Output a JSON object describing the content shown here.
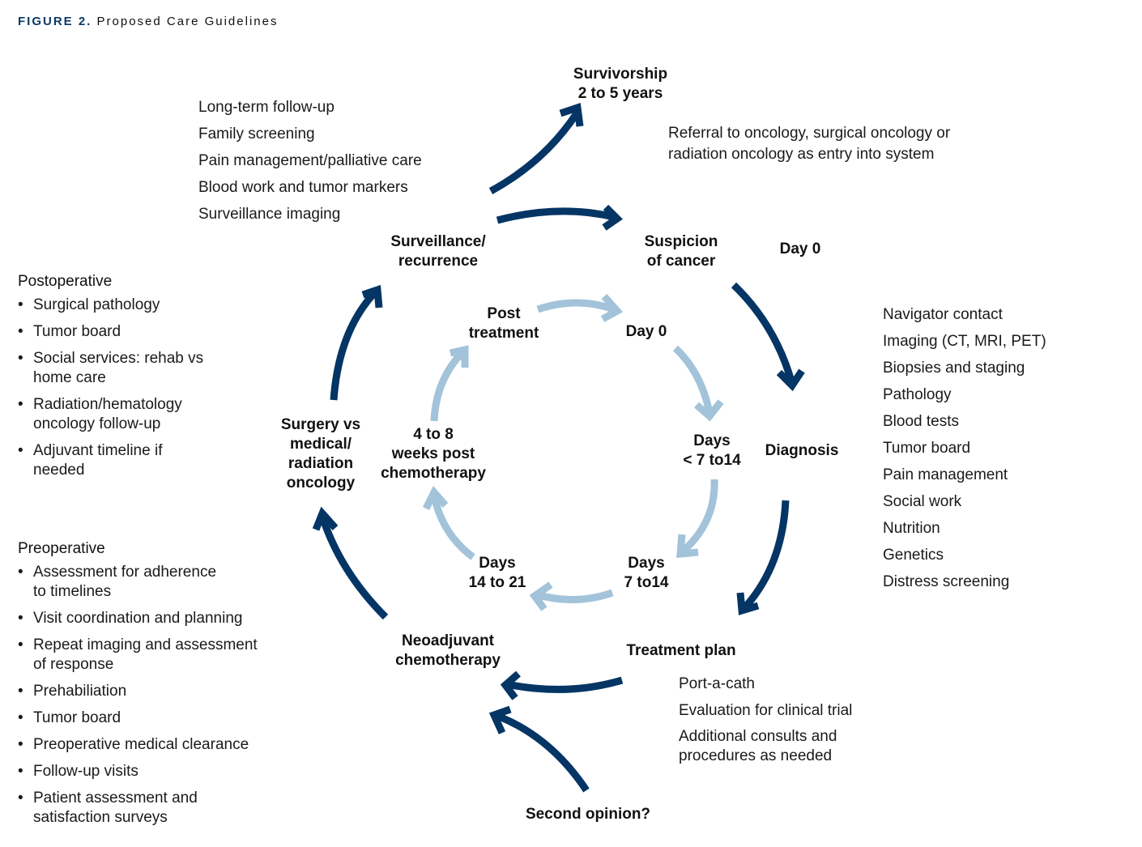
{
  "figure": {
    "number_label": "FIGURE 2.",
    "title": "Proposed Care Guidelines"
  },
  "colors": {
    "outer_arrow": "#043565",
    "inner_arrow": "#a2c3d9",
    "figure_number": "#0b3a66"
  },
  "outer_cycle": {
    "survivorship": "Survivorship\n2 to 5 years",
    "surveillance": "Surveillance/\nrecurrence",
    "suspicion": "Suspicion\nof cancer",
    "suspicion_day": "Day 0",
    "diagnosis": "Diagnosis",
    "treatment_plan": "Treatment plan",
    "neoadjuvant": "Neoadjuvant\nchemotherapy",
    "surgery": "Surgery vs\nmedical/\nradiation\noncology",
    "second_opinion": "Second opinion?"
  },
  "inner_cycle": {
    "post_treatment": "Post\ntreatment",
    "day0": "Day 0",
    "days_lt7_14": "Days\n< 7 to14",
    "days_7_14": "Days\n7 to14",
    "days_14_21": "Days\n14 to 21",
    "weeks_4_8": "4 to 8\nweeks post\nchemotherapy"
  },
  "notes": {
    "referral": [
      "Referral to oncology, surgical oncology or",
      "radiation oncology as entry into system"
    ],
    "surveillance_items": [
      "Long-term follow-up",
      "Family screening",
      "Pain management/palliative care",
      "Blood work and tumor markers",
      "Surveillance imaging"
    ],
    "diagnosis_items": [
      "Navigator contact",
      "Imaging (CT, MRI, PET)",
      "Biopsies and staging",
      "Pathology",
      "Blood tests",
      "Tumor board",
      "Pain management",
      "Social work",
      "Nutrition",
      "Genetics",
      "Distress screening"
    ],
    "treatment_items": [
      "Port-a-cath",
      "Evaluation for clinical trial",
      "Additional consults and\nprocedures as needed"
    ]
  },
  "postoperative": {
    "title": "Postoperative",
    "items": [
      "Surgical pathology",
      "Tumor board",
      "Social services: rehab vs\nhome care",
      "Radiation/hematology\noncology follow-up",
      "Adjuvant timeline if\nneeded"
    ]
  },
  "preoperative": {
    "title": "Preoperative",
    "items": [
      "Assessment for adherence\nto timelines",
      "Visit coordination and planning",
      "Repeat imaging and assessment\nof response",
      "Prehabiliation",
      "Tumor board",
      "Preoperative medical clearance",
      "Follow-up visits",
      "Patient assessment and\nsatisfaction surveys"
    ]
  }
}
